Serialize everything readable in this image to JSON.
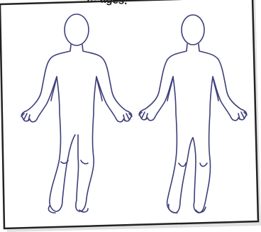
{
  "caption": {
    "visible_fragment": "… ages."
  },
  "figures": [
    {
      "view": "front",
      "icon": "body-outline-front"
    },
    {
      "view": "back",
      "icon": "body-outline-back"
    }
  ],
  "colors": {
    "outline": "#3d3f7a",
    "frame": "#222222",
    "paper": "#ffffff",
    "shadow": "#9a9a9a"
  }
}
